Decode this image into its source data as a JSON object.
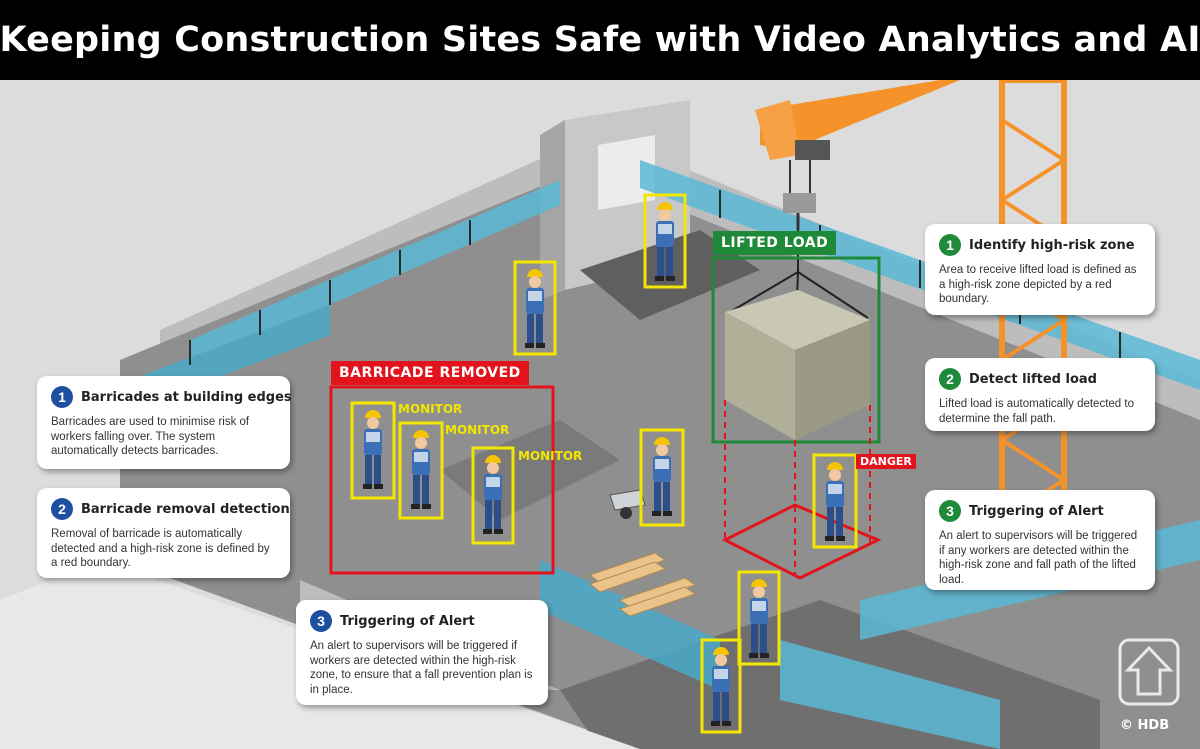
{
  "title": "Keeping Construction Sites Safe with Video Analytics and AI",
  "labels": {
    "barricade_removed": "BARRICADE REMOVED",
    "lifted_load": "LIFTED LOAD",
    "monitor": "MONITOR",
    "danger": "DANGER"
  },
  "left_cards": [
    {
      "number": "1",
      "title": "Barricades at building edges",
      "body": "Barricades are used to minimise risk of workers falling over. The system automatically detects barricades."
    },
    {
      "number": "2",
      "title": "Barricade removal detection",
      "body": "Removal of barricade is automatically detected and a high-risk zone is defined by a red boundary."
    },
    {
      "number": "3",
      "title": "Triggering of Alert",
      "body": "An alert to supervisors will be triggered if workers are detected within the high-risk zone, to ensure that a fall prevention plan is in place."
    }
  ],
  "right_cards": [
    {
      "number": "1",
      "title": "Identify high-risk zone",
      "body": "Area to receive lifted load is defined as a high-risk zone depicted by a red boundary."
    },
    {
      "number": "2",
      "title": "Detect lifted load",
      "body": "Lifted load is automatically detected to determine the fall path."
    },
    {
      "number": "3",
      "title": "Triggering of Alert",
      "body": "An alert to supervisors will be triggered if any workers are detected within the high-risk zone and fall path of the lifted load."
    }
  ],
  "copyright": "© HDB",
  "colors": {
    "blue_badge": "#1f4fa0",
    "green_badge": "#1f8a3a",
    "red_zone": "#e3131b",
    "green_zone": "#1e8a38",
    "detection_box": "#f3e600",
    "crane": "#f5922a"
  }
}
